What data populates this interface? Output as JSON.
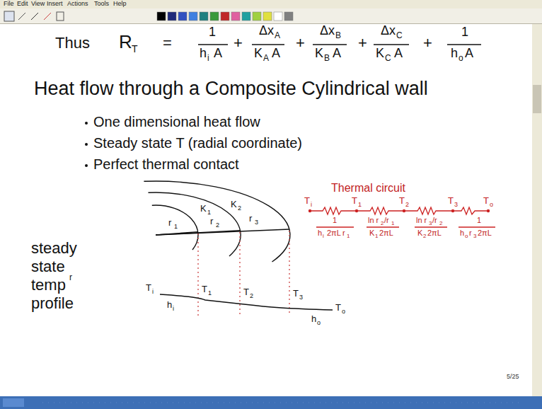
{
  "diagram": {
    "title": "Heat flow through a Composite Cylindrical wall",
    "labels": [
      "File",
      "Edit",
      "View",
      "Insert",
      "Actions",
      "Tools",
      "Help",
      "Thus",
      "R",
      "T",
      "=",
      "1",
      "h",
      "i",
      "A",
      "+",
      "Δx",
      "A",
      "K",
      "A",
      "A",
      "+",
      "Δx",
      "B",
      "K",
      "B",
      "A",
      "+",
      "Δx",
      "C",
      "K",
      "C",
      "A",
      "+",
      "1",
      "h",
      "o",
      "A",
      "One dimensional heat flow",
      "Steady state T (radial coordinate)",
      "Perfect thermal contact",
      "Thermal circuit",
      "T",
      "i",
      "T",
      "1",
      "T",
      "2",
      "T",
      "3",
      "T",
      "o",
      "1",
      "h",
      "i",
      "2πL",
      "r",
      "1",
      "ln r",
      "2",
      "/r",
      "1",
      "K",
      "1",
      "2πL",
      "ln r",
      "3",
      "/r",
      "2",
      "K",
      "2",
      "2πL",
      "1",
      "h",
      "o",
      "r",
      "3",
      "2πL",
      "r",
      "1",
      "K",
      "1",
      "r",
      "2",
      "K",
      "2",
      "r",
      "3",
      "T",
      "i",
      "h",
      "i",
      "T",
      "1",
      "T",
      "2",
      "T",
      "3",
      "T",
      "o",
      "h",
      "o",
      "steady",
      "state",
      "temp",
      "r",
      "profile",
      "5/25"
    ]
  }
}
